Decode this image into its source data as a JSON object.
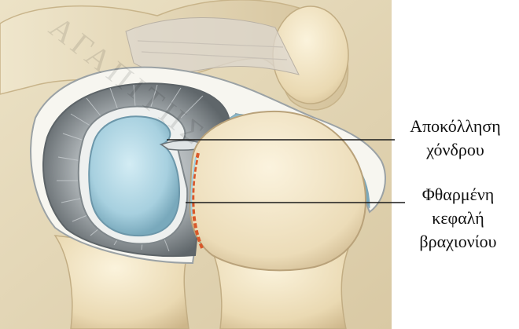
{
  "labels": {
    "cartilage_detachment": [
      "Αποκόλληση",
      "χόνδρου"
    ],
    "worn_humeral_head": [
      "Φθαρμένη",
      "κεφαλή",
      "βραχιονίου"
    ]
  },
  "watermark_text": "ΑΓΑΠΙΤΗΣ ΦΑΡΕΛΗ ΕΡΕΤΡΙΑ",
  "colors": {
    "background": "#eadfc0",
    "bone": "#f1e6c8",
    "bone_shadow": "#d7c39a",
    "glenoid_blue": "#a9d3e0",
    "labrum_gray": "#8e9599",
    "capsule_blue": "#b9dbe8",
    "worn_orange": "#d9582a",
    "line": "#1a1a1a"
  }
}
